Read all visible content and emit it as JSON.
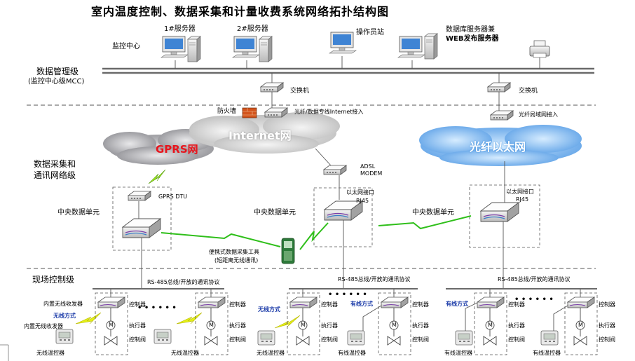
{
  "title": "室内温度控制、数据采集和计量收费系统网络拓扑结构图",
  "levels": {
    "management": "数据管理级",
    "management_sub": "(监控中心级MCC)",
    "collection_l1": "数据采集和",
    "collection_l2": "通讯网络级",
    "field": "现场控制级"
  },
  "monitor_center": "监控中心",
  "servers": {
    "server1": "1#服务器",
    "server2": "2#服务器",
    "operator": "操作员站",
    "db_l1": "数据库服务器兼",
    "db_l2": "WEB发布服务器"
  },
  "network": {
    "switch_left": "交换机",
    "switch_right": "交换机",
    "firewall": "防火墙",
    "fiber_internet": "光纤/数据专线Internet接入",
    "fiber_lan": "光纤局域网接入",
    "gprs": "GPRS网",
    "internet": "Internet网",
    "ethernet": "光纤以太网",
    "adsl_l1": "ADSL",
    "adsl_l2": "MODEM",
    "gprs_dtu": "GPRS DTU",
    "eth_port_mid_l1": "以太网接口",
    "eth_port_mid_l2": "RJ45",
    "eth_port_right_l1": "以太网接口",
    "eth_port_right_l2": "RJ45"
  },
  "units": {
    "left": "中央数据单元",
    "mid": "中央数据单元",
    "right": "中央数据单元"
  },
  "portable_l1": "便携式数据采集工具",
  "portable_l2": "(短距离无线通讯)",
  "bus": {
    "left": "RS-485总线/开放的通讯协议",
    "mid": "RS-485总线/开放的通讯协议",
    "right": "RS-485总线/开放的通讯协议"
  },
  "field": {
    "builtin_transceiver_1": "内置无线收发器",
    "builtin_transceiver_2": "内置无线收发器",
    "wireless_mode": "无线方式",
    "wireless_mode_2": "无线方式",
    "wired_mode_1": "有线方式",
    "wired_mode_2": "有线方式",
    "controller": "控制器",
    "actuator": "执行器",
    "valve": "控制阀",
    "wireless_thermostat": "无线温控器",
    "wired_thermostat": "有线温控器",
    "motor_symbol": "M",
    "dots": "• • • • • •"
  },
  "colors": {
    "bus_line": "#6a6a6a",
    "wireless_bolt": "#9ee81c",
    "cloud_gprs": "#a9a9ac",
    "cloud_internet": "#c8c8c8",
    "cloud_ethernet": "#79b7f0",
    "label_blue": "#1a3aa8"
  }
}
